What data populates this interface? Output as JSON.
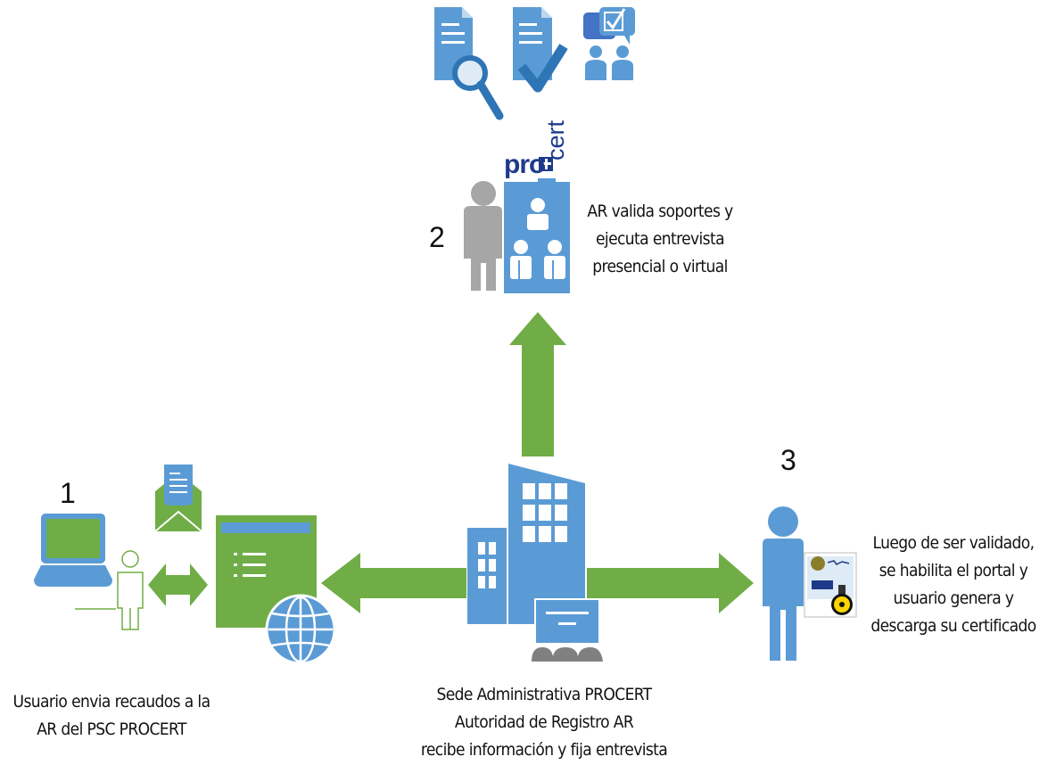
{
  "steps": [
    {
      "number": "1"
    },
    {
      "number": "2"
    },
    {
      "number": "3"
    }
  ],
  "labels": {
    "user": [
      "Usuario envia recaudos a la",
      "AR del PSC PROCERT"
    ],
    "validate": [
      "AR valida soportes y",
      "ejecuta entrevista",
      "presencial o virtual"
    ],
    "generate": [
      "Luego de ser validado,",
      "se habilita el portal y",
      "usuario genera y",
      "descarga su certificado"
    ],
    "headquarters": [
      "Sede Administrativa PROCERT",
      "Autoridad de Registro AR",
      "recibe información y fija entrevista"
    ]
  },
  "logo": {
    "pro": "pro",
    "cert": "cert"
  },
  "colors": {
    "green": "#70ad47",
    "blue": "#5b9bd5",
    "darkblue": "#1e3a8a",
    "gray": "#a6a6a6"
  }
}
